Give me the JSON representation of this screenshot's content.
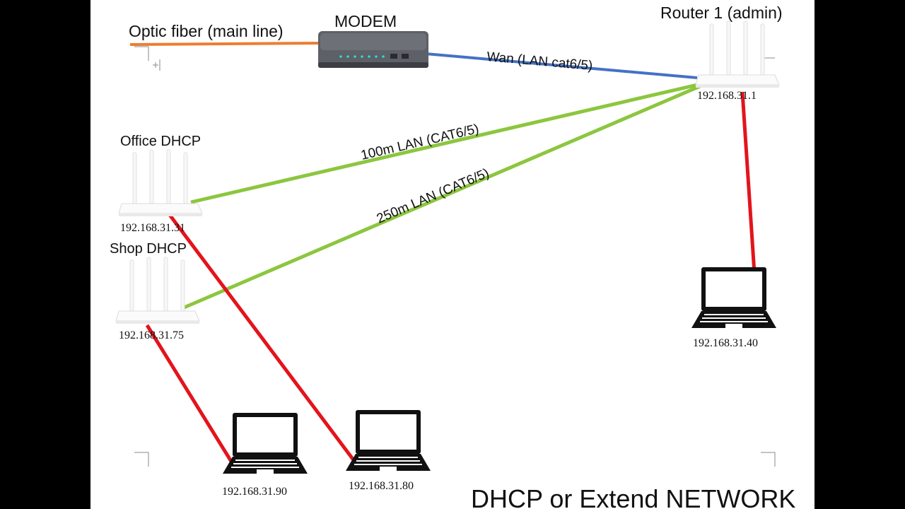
{
  "texts": {
    "fiber": "Optic fiber (main line)",
    "modem": "MODEM",
    "router1": "Router 1 (admin)",
    "wan": "Wan (LAN cat6/5)",
    "office": "Office DHCP",
    "shop": "Shop DHCP",
    "link100": "100m LAN (CAT6/5)",
    "link250": "250m LAN (CAT6/5)",
    "footer": "DHCP or Extend NETWORK"
  },
  "ips": {
    "router1": "192.168.31.1",
    "office": "192.168.31.31",
    "shop": "192.168.31.75",
    "laptop40": "192.168.31.40",
    "laptop90": "192.168.31.90",
    "laptop80": "192.168.31.80"
  },
  "colors": {
    "fiber": "#ed7d31",
    "wan": "#4472c4",
    "lan": "#8cc63f",
    "client": "#e3141b"
  }
}
